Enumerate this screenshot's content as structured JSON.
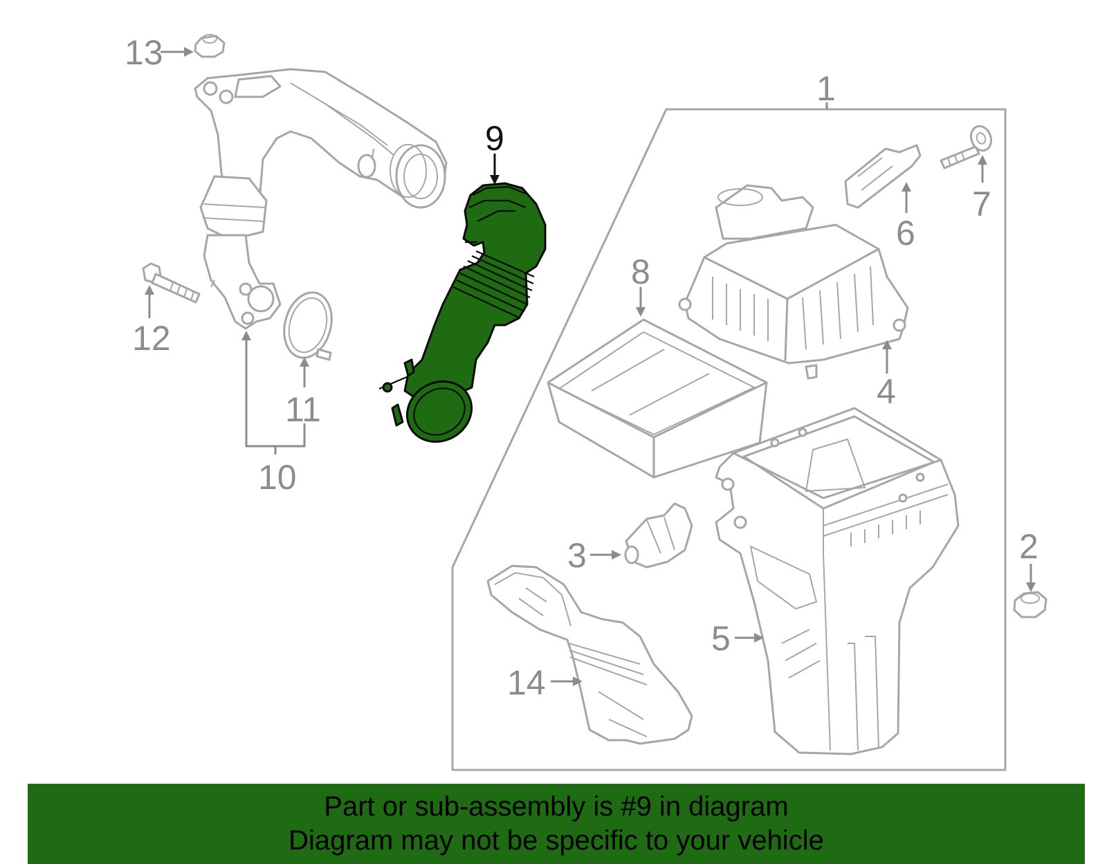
{
  "diagram": {
    "callouts": [
      "1",
      "2",
      "3",
      "4",
      "5",
      "6",
      "7",
      "8",
      "9",
      "10",
      "11",
      "12",
      "13",
      "14"
    ],
    "highlighted_callout": "9",
    "colors": {
      "highlight_fill": "#1e6b12",
      "banner_background": "#1f6b14",
      "line_art": "#a6a6a6",
      "callout_text": "#8c8c8c"
    }
  },
  "banner": {
    "line1": "Part or sub-assembly is #9 in diagram",
    "line2": "Diagram may not be specific to your vehicle"
  }
}
